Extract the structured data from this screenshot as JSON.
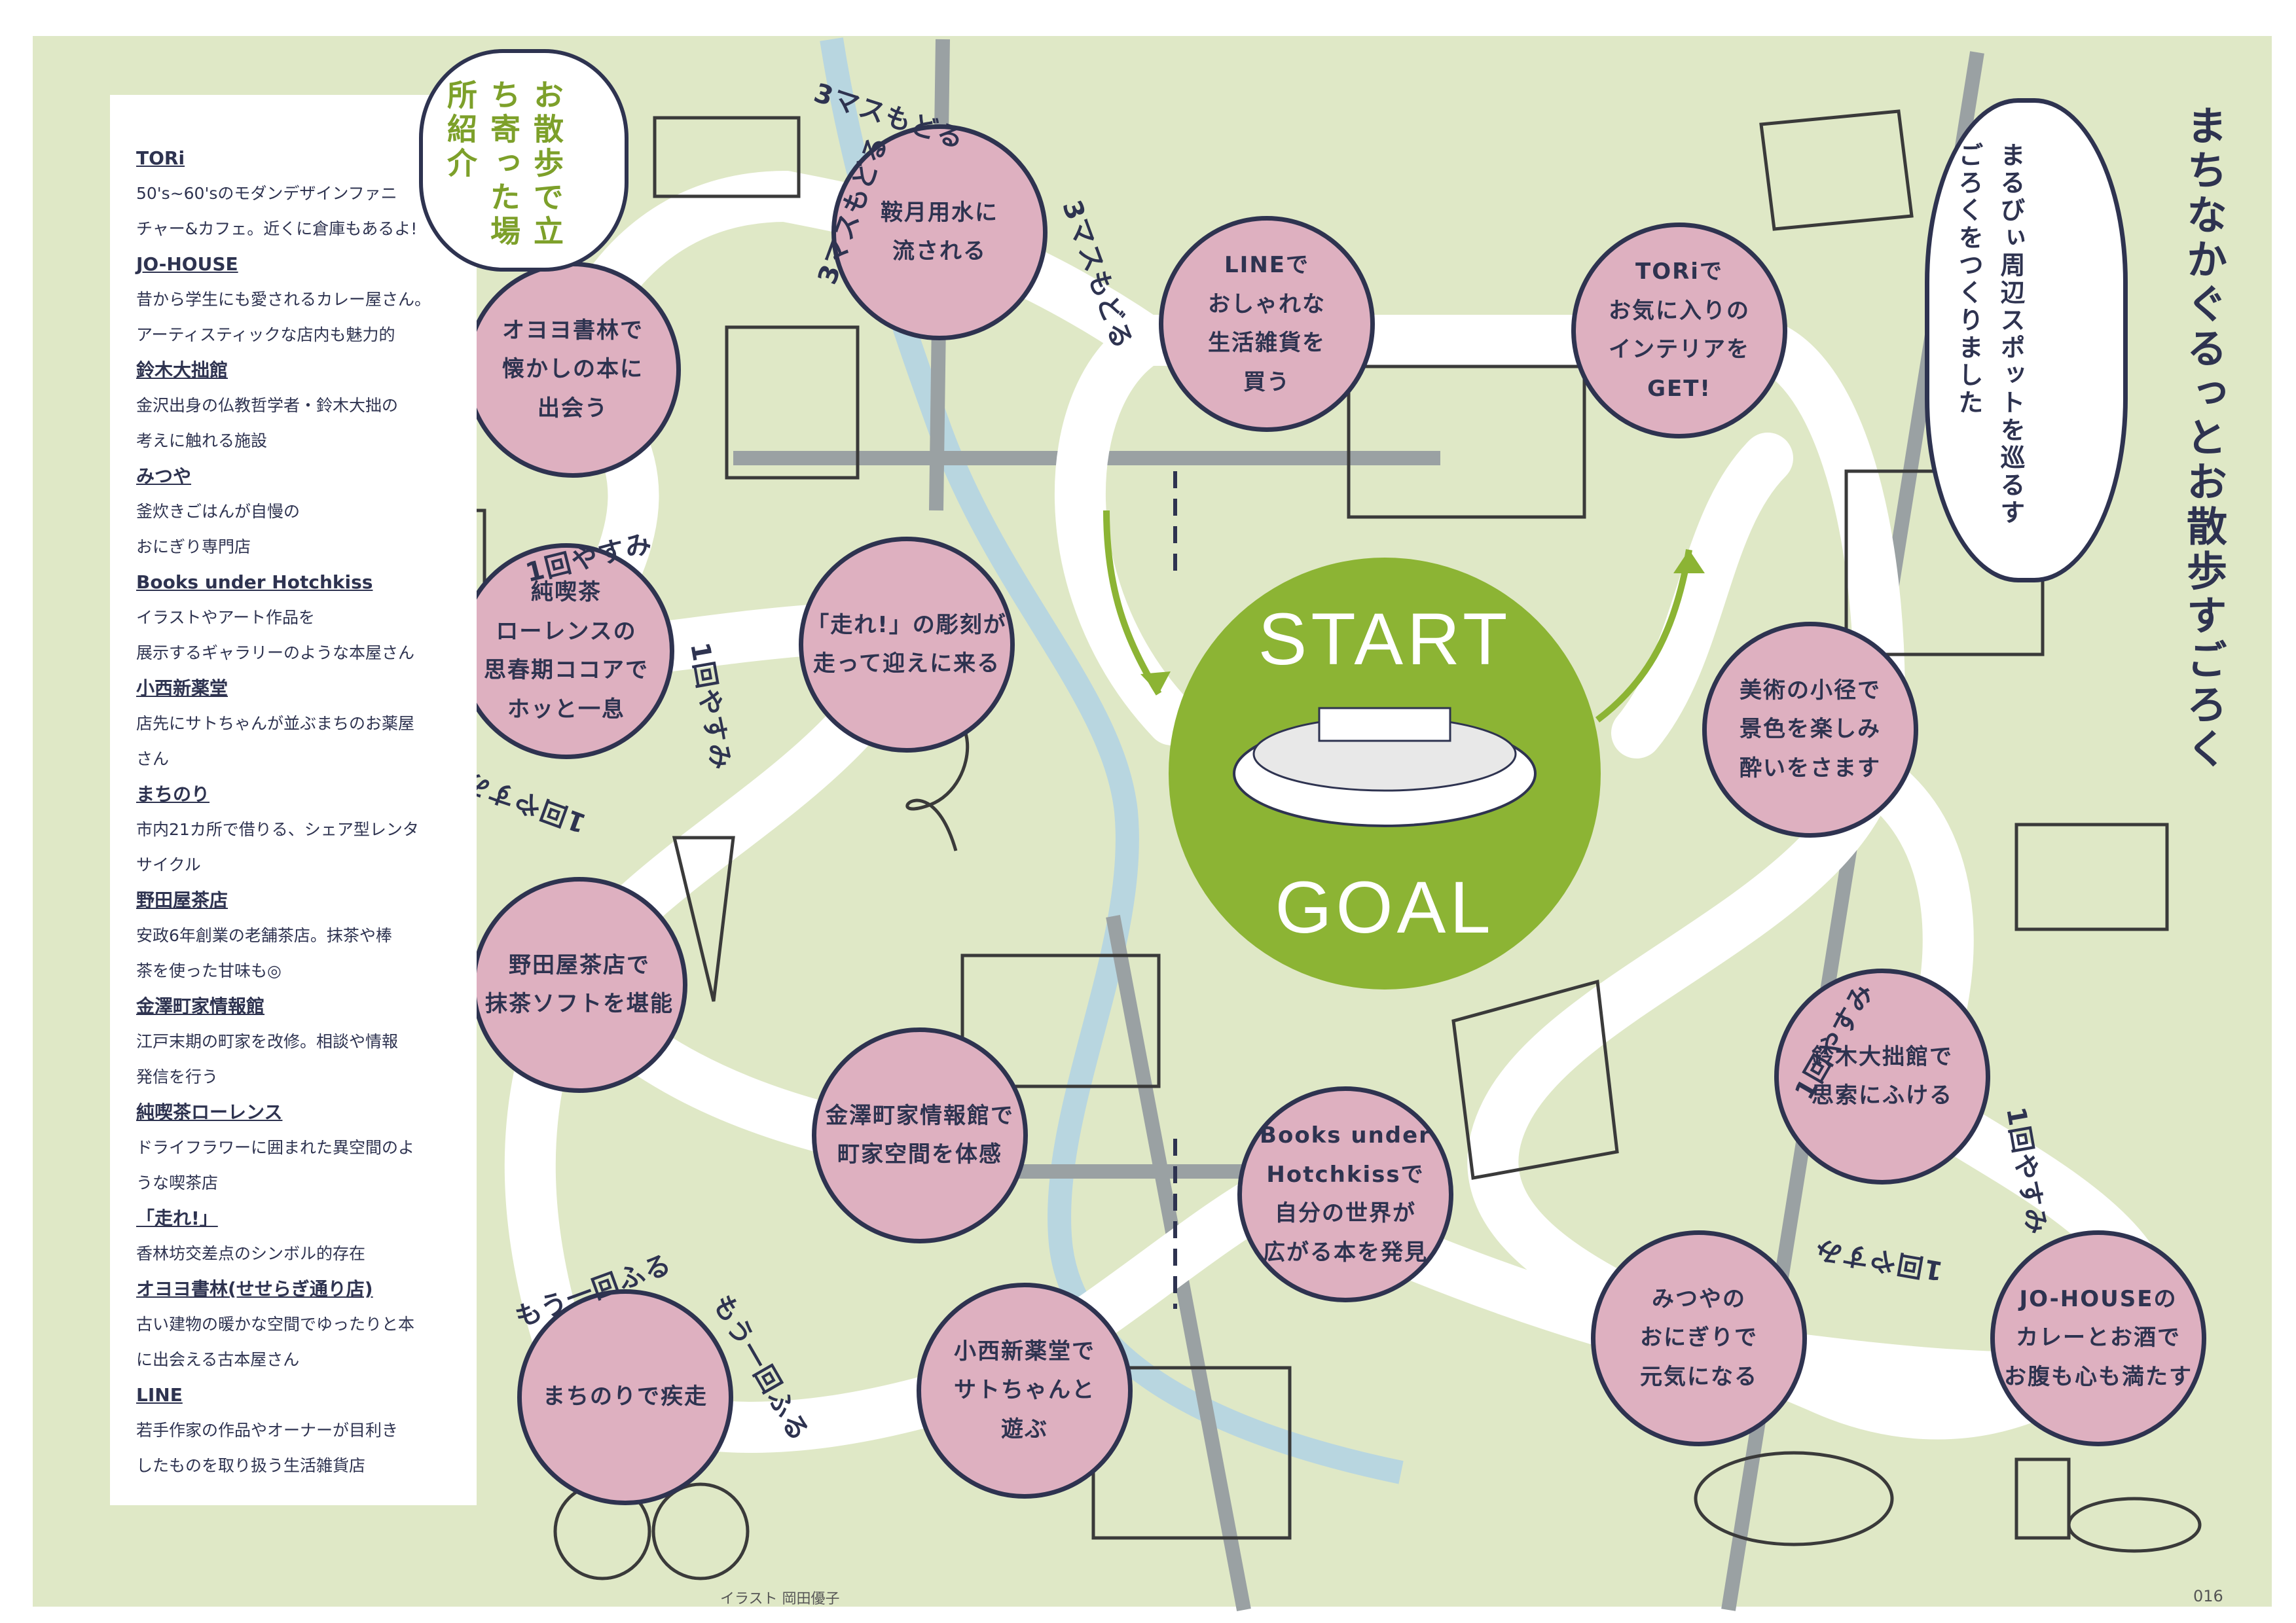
{
  "title": "まちなかぐるっとお散歩すごろく",
  "subtitle": "まるびぃ周辺スポットを巡るすごろくをつくりました",
  "stopover_heading": "お散歩で立ち寄った場所紹介",
  "hub": {
    "start": "START",
    "goal": "GOAL"
  },
  "squares": [
    {
      "id": "tori",
      "text": "TORiで\nお気に入りの\nインテリアを\nGET!"
    },
    {
      "id": "line",
      "text": "LINEで\nおしゃれな\n生活雑貨を\n買う"
    },
    {
      "id": "kuragetsu",
      "text": "鞍月用水に\n流される"
    },
    {
      "id": "oyoyo",
      "text": "オヨヨ書林で\n懐かしの本に\n出会う"
    },
    {
      "id": "lawrence",
      "text": "純喫茶\nローレンスの\n思春期ココアで\nホッと一息"
    },
    {
      "id": "hashire",
      "text": "「走れ!」の彫刻が\n走って迎えに来る"
    },
    {
      "id": "nodaya",
      "text": "野田屋茶店で\n抹茶ソフトを堪能"
    },
    {
      "id": "machiya",
      "text": "金澤町家情報館で\n町家空間を体感"
    },
    {
      "id": "machinori",
      "text": "まちのりで疾走"
    },
    {
      "id": "konishi",
      "text": "小西新薬堂で\nサトちゃんと\n遊ぶ"
    },
    {
      "id": "books",
      "text": "Books under\nHotchkissで\n自分の世界が\n広がる本を発見"
    },
    {
      "id": "mitsuya",
      "text": "みつやの\nおにぎりで\n元気になる"
    },
    {
      "id": "johouse",
      "text": "JO-HOUSEの\nカレーとお酒で\nお腹も心も満たす"
    },
    {
      "id": "suzuki",
      "text": "鈴木大拙館で\n思索にふける"
    },
    {
      "id": "bijutsu",
      "text": "美術の小径で\n景色を楽しみ\n酔いをさます"
    }
  ],
  "board_tags": {
    "back3": "3マスもどる",
    "rest1": "1回やすみ",
    "again": "もう一回ふる"
  },
  "legend": [
    {
      "name": "TORi",
      "desc": "50's~60'sのモダンデザインファニ\nチャー&カフェ。近くに倉庫もあるよ!"
    },
    {
      "name": "JO-HOUSE",
      "desc": "昔から学生にも愛されるカレー屋さん。\nアーティスティックな店内も魅力的"
    },
    {
      "name": "鈴木大拙館",
      "desc": "金沢出身の仏教哲学者・鈴木大拙の\n考えに触れる施設"
    },
    {
      "name": "みつや",
      "desc": "釜炊きごはんが自慢の\nおにぎり専門店"
    },
    {
      "name": "Books under Hotchkiss",
      "desc": "イラストやアート作品を\n展示するギャラリーのような本屋さん"
    },
    {
      "name": "小西新薬堂",
      "desc": "店先にサトちゃんが並ぶまちのお薬屋\nさん"
    },
    {
      "name": "まちのり",
      "desc": "市内21カ所で借りる、シェア型レンタ\nサイクル"
    },
    {
      "name": "野田屋茶店",
      "desc": "安政6年創業の老舗茶店。抹茶や棒\n茶を使った甘味も◎"
    },
    {
      "name": "金澤町家情報館",
      "desc": "江戸末期の町家を改修。相談や情報\n発信を行う"
    },
    {
      "name": "純喫茶ローレンス",
      "desc": "ドライフラワーに囲まれた異空間のよ\nうな喫茶店"
    },
    {
      "name": "「走れ!」",
      "desc": "香林坊交差点のシンボル的存在"
    },
    {
      "name": "オヨヨ書林(せせらぎ通り店)",
      "desc": "古い建物の暖かな空間でゆったりと本\nに出会える古本屋さん"
    },
    {
      "name": "LINE",
      "desc": "若手作家の作品やオーナーが目利き\nしたものを取り扱う生活雑貨店"
    }
  ],
  "credit": "イラスト 岡田優子",
  "page_number": "016",
  "colors": {
    "map": "#dfe8c6",
    "square": "#deb0c0",
    "hub": "#8cb434",
    "ink": "#2e3350",
    "road": "#9aa1a3",
    "river": "#b8d6e0"
  }
}
